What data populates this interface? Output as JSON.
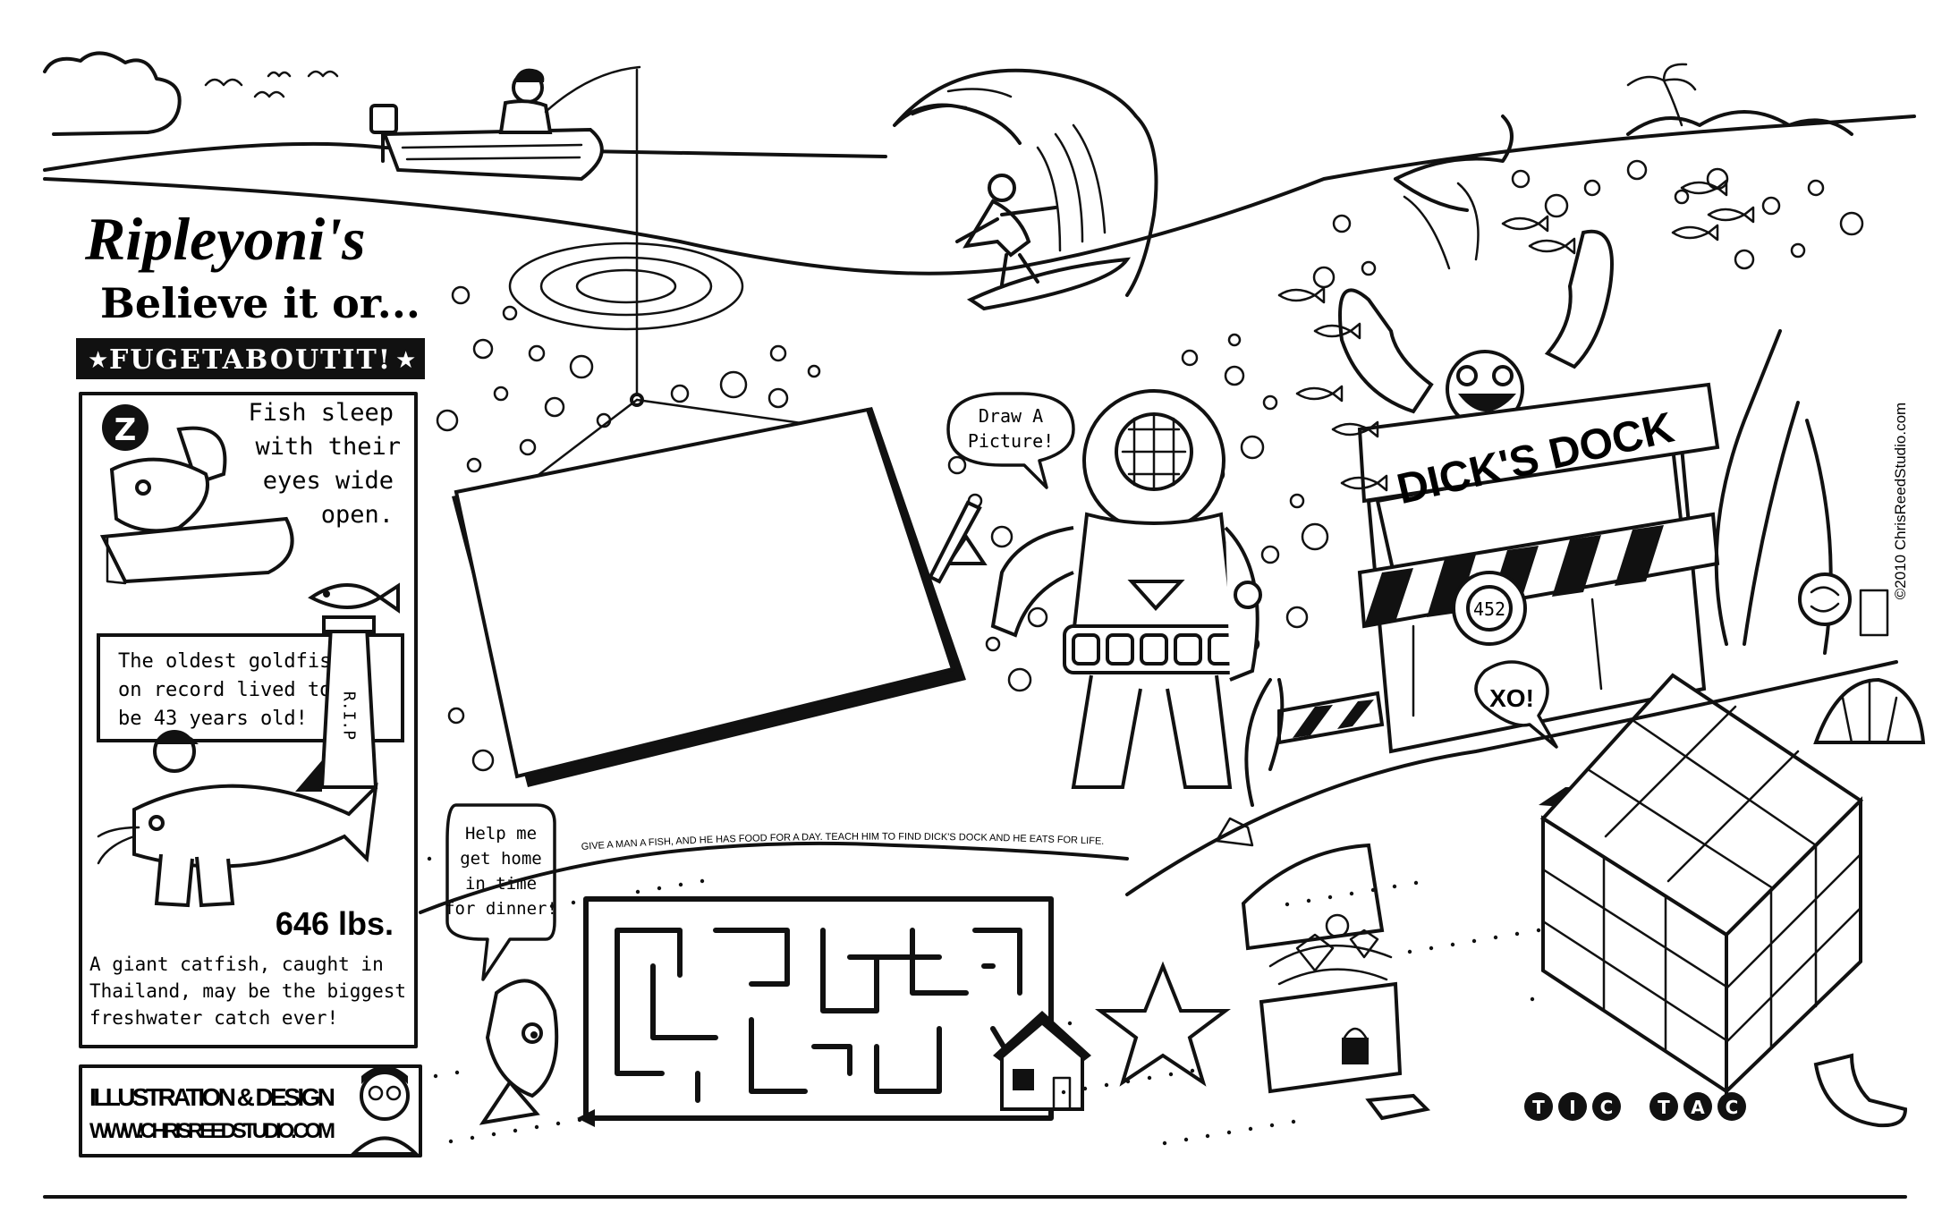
{
  "sidebar": {
    "brand": "Ripleyoni's",
    "tagline": "Believe it or...",
    "banner": "FUGETABOUTIT!",
    "fact_sleep": [
      "Fish sleep",
      "with their",
      "eyes wide",
      "open."
    ],
    "sleep_badge": "Z",
    "fact_goldfish": [
      "The oldest goldfish",
      "on record lived to",
      "be 43 years old!"
    ],
    "tombstone": "R.I.P",
    "weight": "646 lbs.",
    "fact_catfish": [
      "A giant catfish, caught in",
      "Thailand, may be the biggest",
      "freshwater catch ever!"
    ],
    "credit_line1": "ILLUSTRATION & DESIGN",
    "credit_line2": "WWW.CHRISREEDSTUDIO.COM"
  },
  "scene": {
    "diver_bubble": [
      "Draw A",
      "Picture!"
    ],
    "fish_bubble": [
      "Help me",
      "get home",
      "in time",
      "for dinner!"
    ],
    "maze_caption": "GIVE A MAN A FISH, AND HE HAS FOOD FOR A DAY. TEACH HIM TO FIND DICK'S DOCK AND HE EATS FOR LIFE.",
    "dock_sign": "DICK'S DOCK",
    "dock_number": "452",
    "xo_bubble": "XO!",
    "tic_letters": [
      "T",
      "I",
      "C"
    ],
    "tac_letters": [
      "T",
      "A",
      "C"
    ],
    "copyright": "©2010 ChrisReedStudio.com"
  }
}
